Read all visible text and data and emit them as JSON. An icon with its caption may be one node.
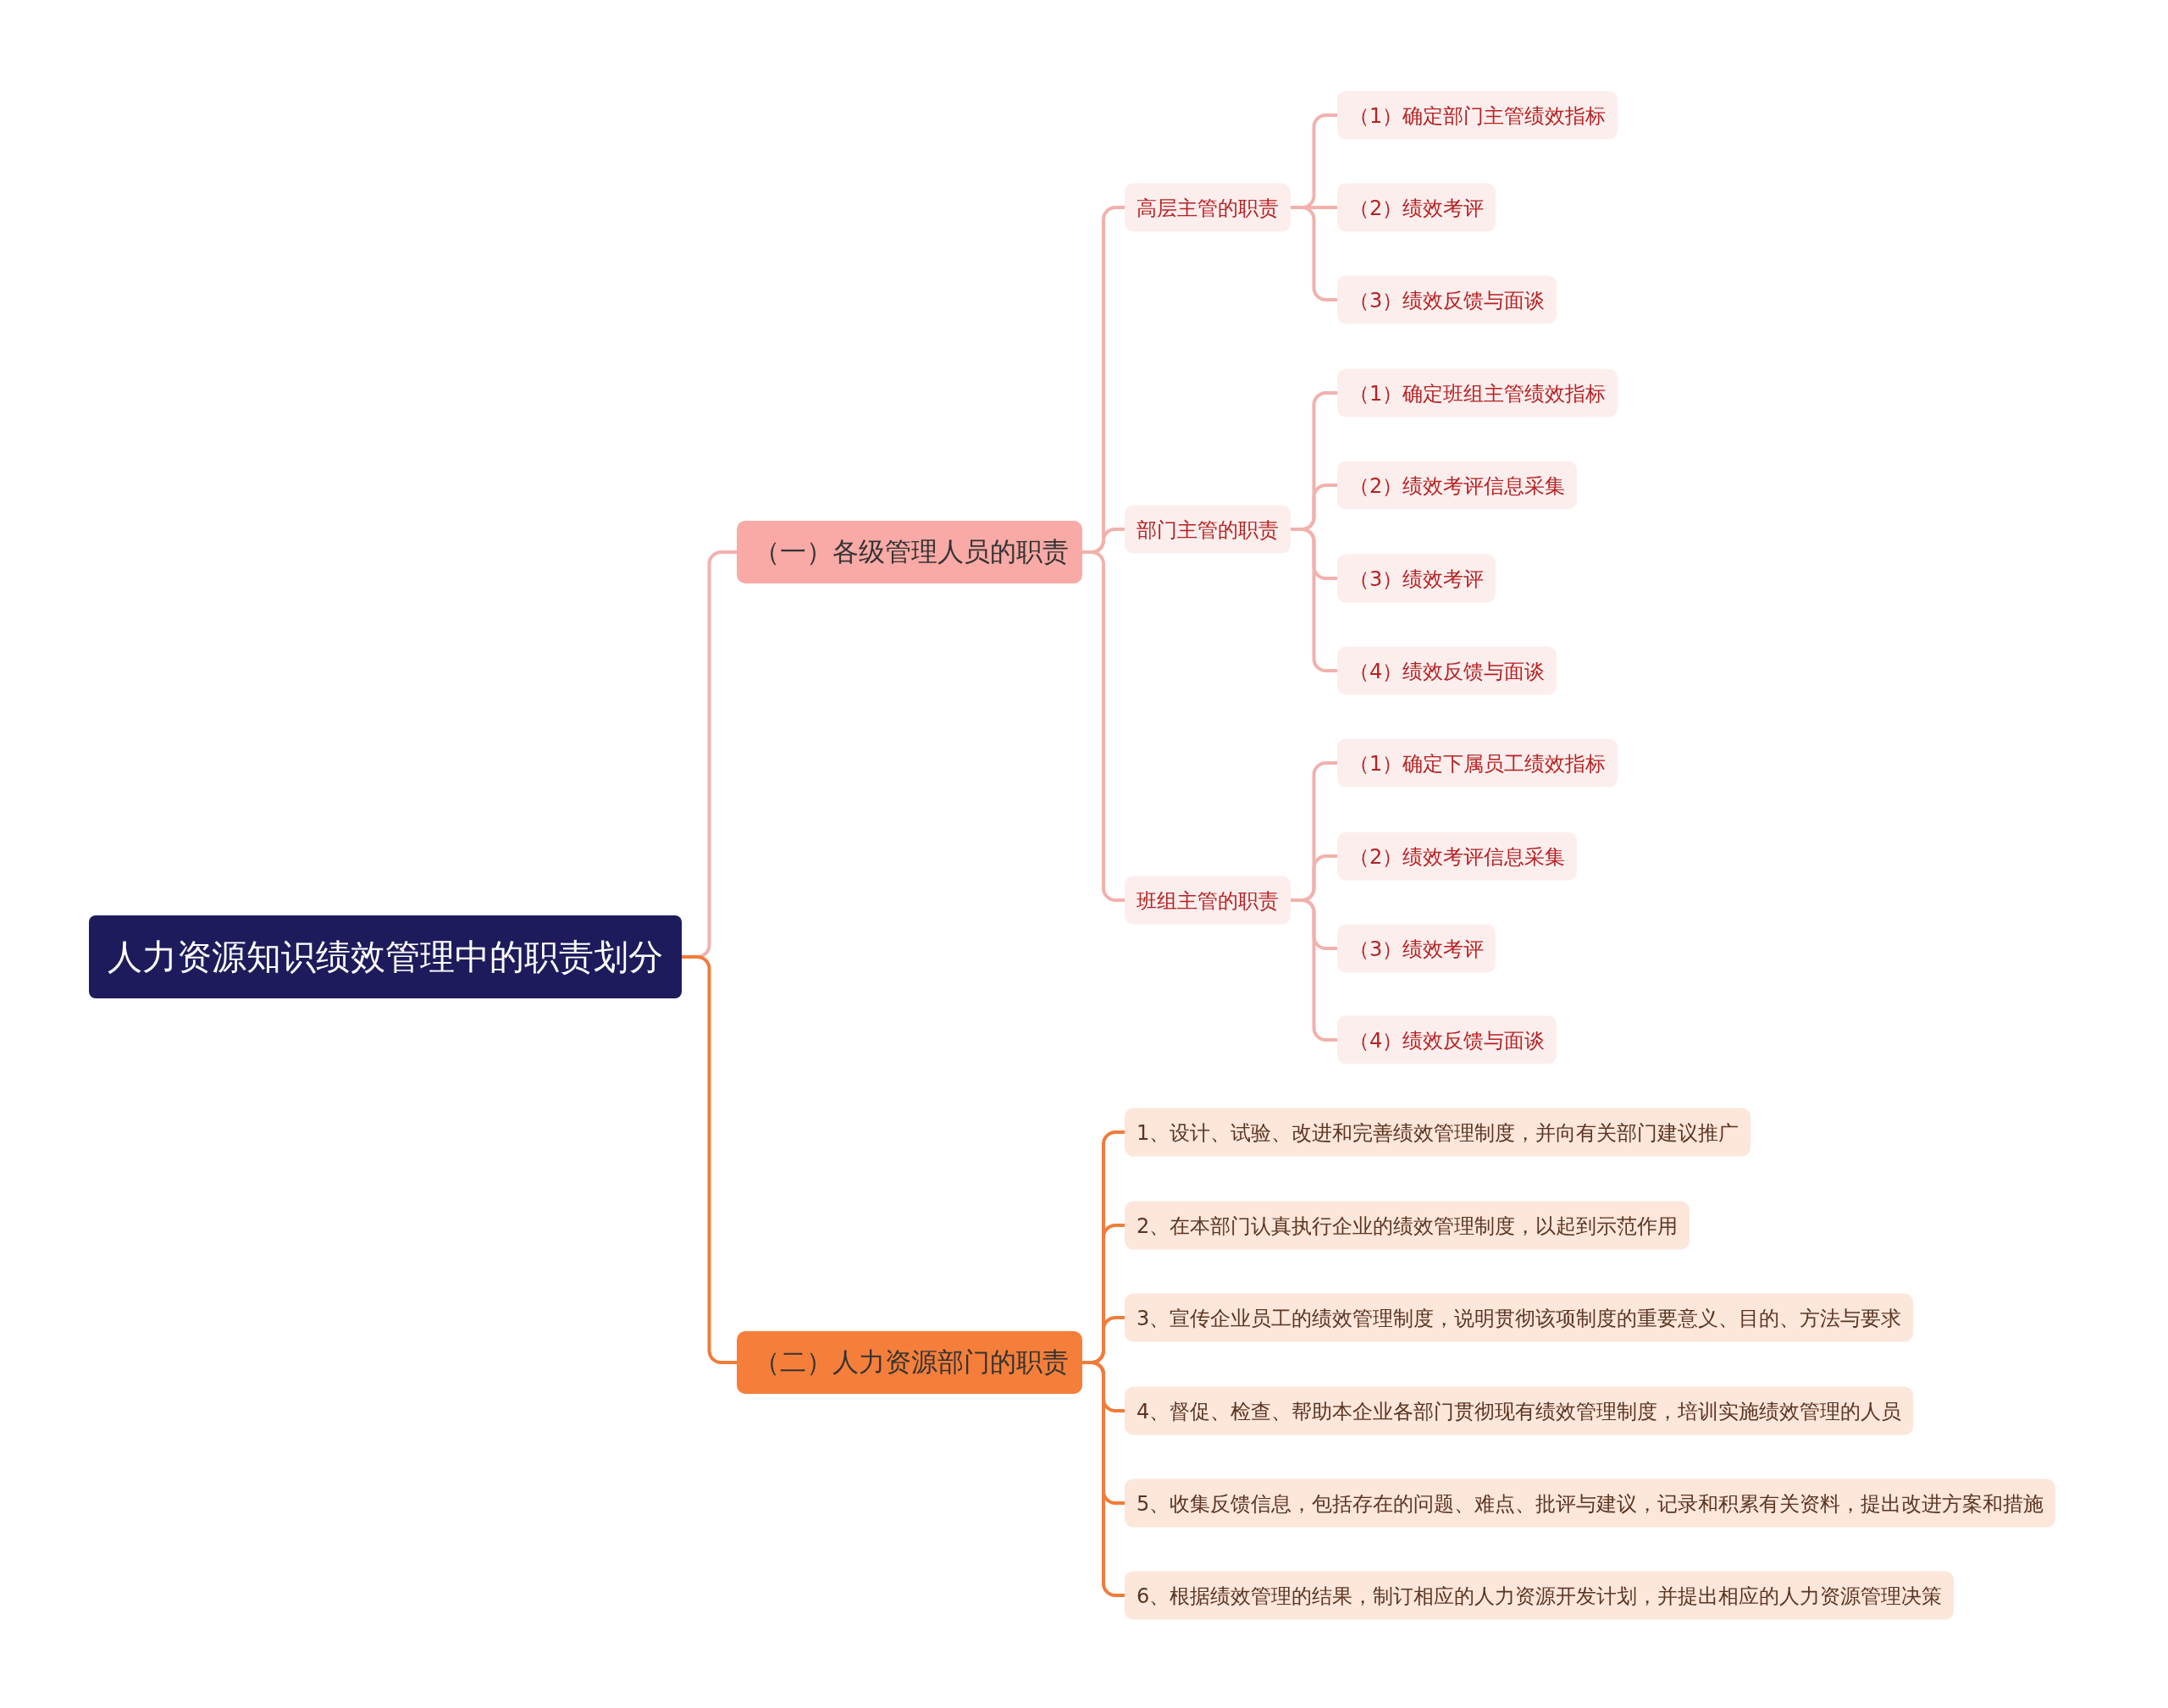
{
  "diagram": {
    "nodes": [
      {
        "text": [
          "人力资源知识绩效管理中的职责划分"
        ]
      },
      {
        "text": [
          "（一）各级管理人员的职责"
        ]
      },
      {
        "text": [
          "高层主管的职责"
        ]
      },
      {
        "text": [
          "（1）确定部门主管绩效指标"
        ]
      },
      {
        "text": [
          "（2）绩效考评"
        ]
      },
      {
        "text": [
          "（3）绩效反馈与面谈"
        ]
      },
      {
        "text": [
          "部门主管的职责"
        ]
      },
      {
        "text": [
          "（1）确定班组主管绩效指标"
        ]
      },
      {
        "text": [
          "（2）绩效考评信息采集"
        ]
      },
      {
        "text": [
          "（3）绩效考评"
        ]
      },
      {
        "text": [
          "（4）绩效反馈与面谈"
        ]
      },
      {
        "text": [
          "班组主管的职责"
        ]
      },
      {
        "text": [
          "（1）确定下属员工绩效指标"
        ]
      },
      {
        "text": [
          "（2）绩效考评信息采集"
        ]
      },
      {
        "text": [
          "（3）绩效考评"
        ]
      },
      {
        "text": [
          "（4）绩效反馈与面谈"
        ]
      },
      {
        "text": [
          "（二）人力资源部门的职责"
        ]
      },
      {
        "text": [
          "1、设计、试验、改进和完善绩效管理制度，并向有关部门建议推广"
        ]
      },
      {
        "text": [
          "2、在本部门认真执行企业的绩效管理制度，以起到示范作用"
        ]
      },
      {
        "text": [
          "3、宣传企业员工的绩效管理制度，说明贯彻该项制度的重要意义、目的、方法与要求"
        ]
      },
      {
        "text": [
          "4、督促、检查、帮助本企业各部门贯彻现有绩效管理制度，培训实施绩效管理的人员"
        ]
      },
      {
        "text": [
          "5、收集反馈信息，包括存在的问题、难点、批评与建议，记录和积累有关资料，提出改进方案和措施"
        ]
      },
      {
        "text": [
          "6、根据绩效管理的结果，制订相应的人力资源开发计划，并提出相应的人力资源管理决策"
        ]
      }
    ],
    "edges": [
      {
        "from": 0,
        "to": 1,
        "arrow": "none"
      },
      {
        "from": 0,
        "to": 16,
        "arrow": "none",
        "color": "#f07c3a"
      },
      {
        "from": 1,
        "to": 2,
        "arrow": "none"
      },
      {
        "from": 1,
        "to": 6,
        "arrow": "none"
      },
      {
        "from": 1,
        "to": 11,
        "arrow": "none"
      },
      {
        "from": 2,
        "to": 3,
        "arrow": "none"
      },
      {
        "from": 2,
        "to": 4,
        "arrow": "none"
      },
      {
        "from": 2,
        "to": 5,
        "arrow": "none"
      },
      {
        "from": 6,
        "to": 7,
        "arrow": "none"
      },
      {
        "from": 6,
        "to": 8,
        "arrow": "none"
      },
      {
        "from": 6,
        "to": 9,
        "arrow": "none"
      },
      {
        "from": 6,
        "to": 10,
        "arrow": "none"
      },
      {
        "from": 11,
        "to": 12,
        "arrow": "none"
      },
      {
        "from": 11,
        "to": 13,
        "arrow": "none"
      },
      {
        "from": 11,
        "to": 14,
        "arrow": "none"
      },
      {
        "from": 11,
        "to": 15,
        "arrow": "none"
      },
      {
        "from": 16,
        "to": 17,
        "arrow": "none",
        "color": "#f07c3a"
      },
      {
        "from": 16,
        "to": 18,
        "arrow": "none",
        "color": "#f07c3a"
      },
      {
        "from": 16,
        "to": 19,
        "arrow": "none",
        "color": "#f07c3a"
      },
      {
        "from": 16,
        "to": 20,
        "arrow": "none",
        "color": "#f07c3a"
      },
      {
        "from": 16,
        "to": 21,
        "arrow": "none",
        "color": "#f07c3a"
      },
      {
        "from": 16,
        "to": 22,
        "arrow": "none",
        "color": "#f07c3a"
      }
    ]
  }
}
